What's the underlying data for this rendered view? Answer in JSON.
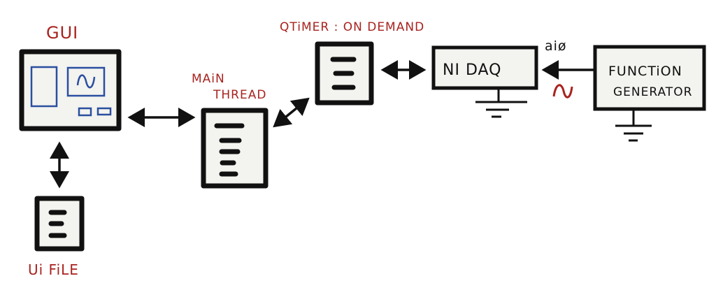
{
  "labels": {
    "gui": "GUI",
    "main_thread_1": "MAiN",
    "main_thread_2": "THREAD",
    "qtimer": "QTiMER : ON DEMAND",
    "ui_file": "Ui FiLE",
    "ni_daq": "NI DAQ",
    "channel": "aiø",
    "function_gen_1": "FUNCTiON",
    "function_gen_2": "GENERATOR",
    "signal": "∿"
  },
  "colors": {
    "label_red": "#a8231f",
    "widget_blue": "#2a4fa0",
    "ink": "#111111"
  }
}
